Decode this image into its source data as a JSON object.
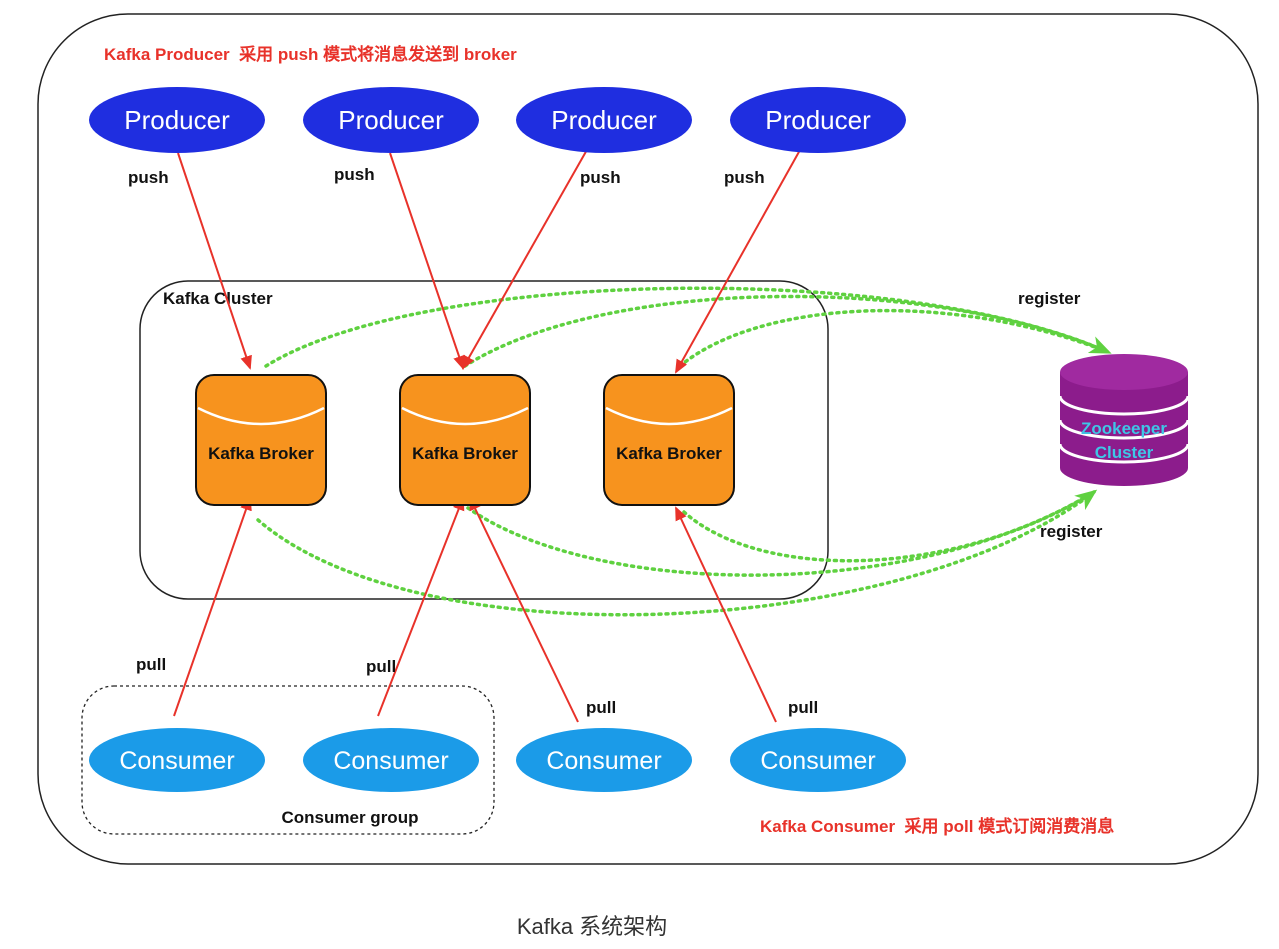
{
  "header_note": "Kafka Producer  采用 push 模式将消息发送到 broker",
  "footer_note": "Kafka Consumer  采用 poll 模式订阅消费消息",
  "caption": "Kafka 系统架构",
  "cluster_label": "Kafka Cluster",
  "group_label": "Consumer group",
  "zookeeper": {
    "line1": "Zookeeper",
    "line2": "Cluster"
  },
  "producers": [
    {
      "label": "Producer",
      "edge": "push"
    },
    {
      "label": "Producer",
      "edge": "push"
    },
    {
      "label": "Producer",
      "edge": "push"
    },
    {
      "label": "Producer",
      "edge": "push"
    }
  ],
  "brokers": [
    {
      "label": "Kafka Broker"
    },
    {
      "label": "Kafka Broker"
    },
    {
      "label": "Kafka Broker"
    }
  ],
  "consumers": [
    {
      "label": "Consumer",
      "edge": "pull"
    },
    {
      "label": "Consumer",
      "edge": "pull"
    },
    {
      "label": "Consumer",
      "edge": "pull"
    },
    {
      "label": "Consumer",
      "edge": "pull"
    }
  ],
  "register_labels": [
    "register",
    "register"
  ],
  "colors": {
    "producer_fill": "#1f2ee0",
    "consumer_fill": "#1b9be8",
    "broker_fill": "#f7931e",
    "arrow_red": "#e8322a",
    "dotted_green": "#5fd140",
    "zookeeper_fill": "#8c1c8c",
    "zookeeper_text": "#3ec6e6",
    "note_red": "#e8322a"
  }
}
